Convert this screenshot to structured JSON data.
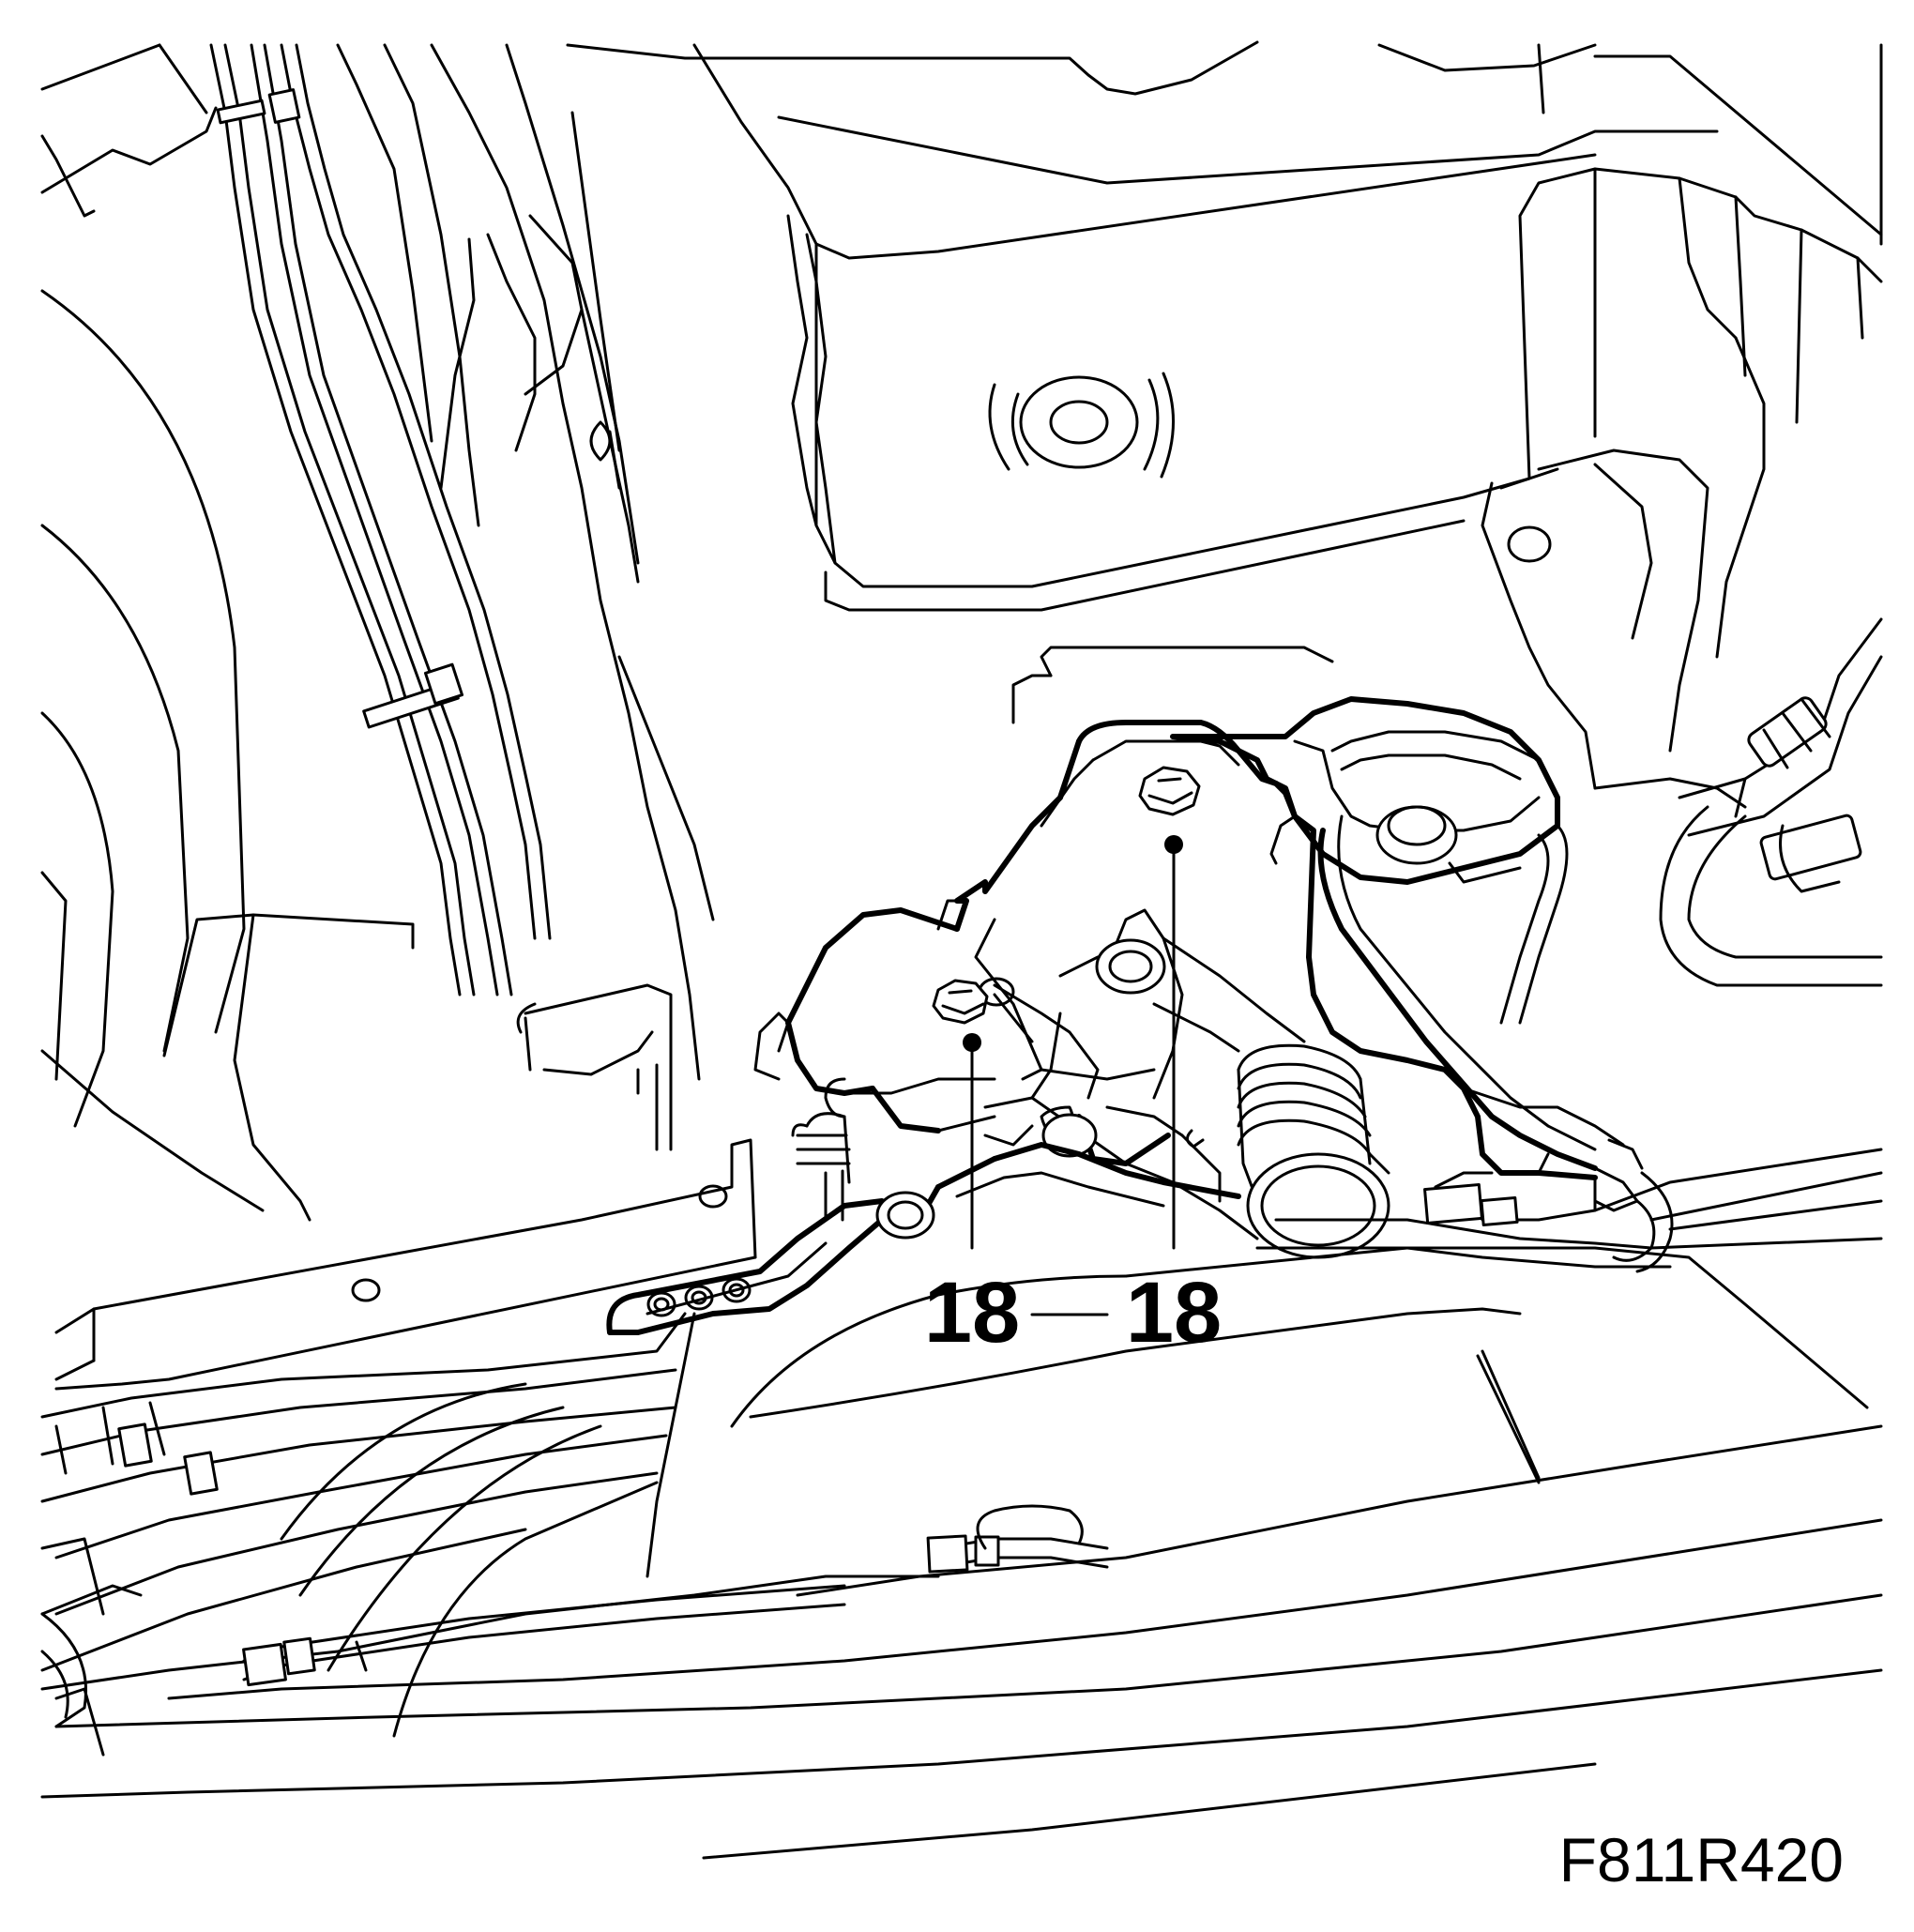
{
  "diagram": {
    "callouts": [
      {
        "label": "18"
      },
      {
        "label": "18"
      }
    ],
    "figure_id": "F811R420"
  }
}
